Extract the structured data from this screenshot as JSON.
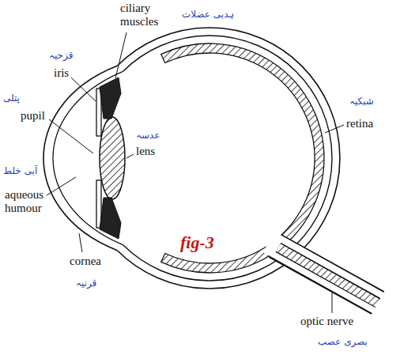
{
  "diagram": {
    "labels": [
      "ciliary muscles",
      "ہدبی عضلات",
      "قزحیہ",
      "iris",
      "شبکیہ",
      "retina",
      "پتلی",
      "pupil",
      "عدسہ",
      "lens",
      "آبی خلط",
      "aqueous humour",
      "cornea",
      "fig-3",
      "قرنیہ",
      "optic nerve",
      "بصری عصب"
    ]
  }
}
